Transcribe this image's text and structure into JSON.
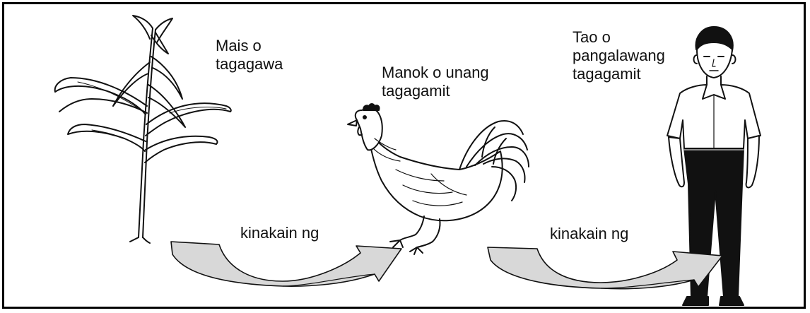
{
  "organisms": {
    "corn": {
      "label": "Mais o\ntagagawa",
      "icon": "corn-plant"
    },
    "chicken": {
      "label": "Manok o unang\ntagagamit",
      "icon": "rooster"
    },
    "man": {
      "label": "Tao o\npangalawang\ntagagamit",
      "icon": "standing-man"
    }
  },
  "arrows": [
    {
      "label": "kinakain ng",
      "fill": "#d8d8d8"
    },
    {
      "label": "kinakain ng",
      "fill": "#d8d8d8"
    }
  ],
  "colors": {
    "border": "#000000",
    "arrow_fill": "#d8d8d8",
    "ink": "#111111"
  }
}
